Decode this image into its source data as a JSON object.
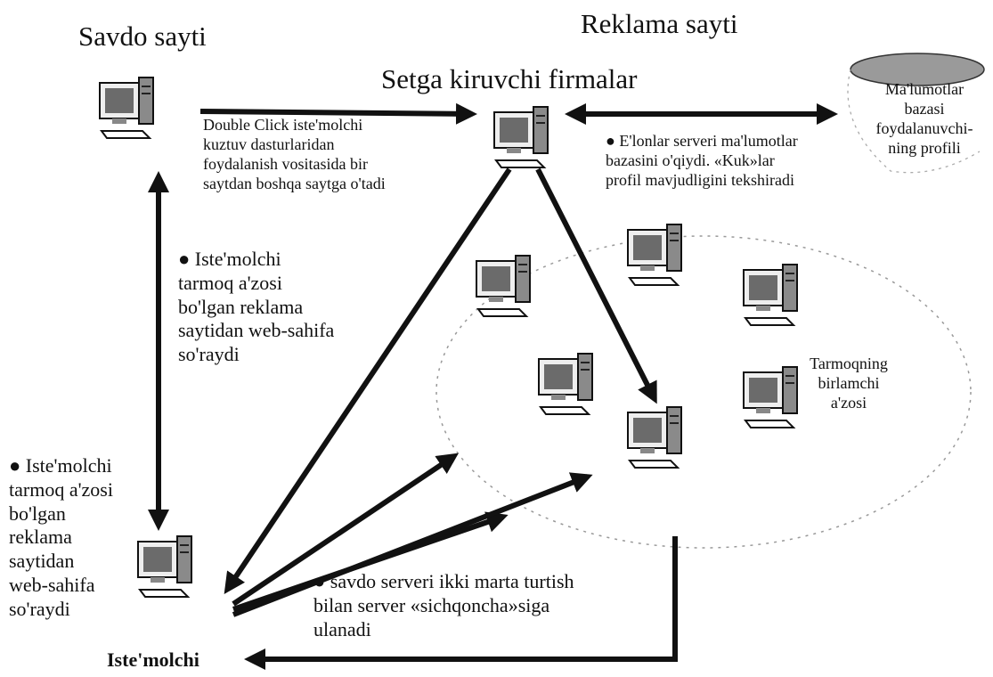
{
  "nodes": {
    "shop_site": "Savdo sayti",
    "ad_site": "Reklama sayti",
    "network_firms": "Setga kiruvchi firmalar",
    "database": "Ma'lumotlar\nbazasi\nfoydalanuvchi-\nning profili",
    "primary_member": "Tarmoqning\nbirlamchi\na'zosi",
    "consumer": "Iste'molchi"
  },
  "notes": {
    "double_click": "Double Click iste'molchi\nkuztuv dasturlaridan\nfoydalanish vositasida bir\nsaytdan boshqa saytga o'tadi",
    "ad_server": "● E'lonlar serveri ma'lumotlar\nbazasini o'qiydi. «Kuk»lar\nprofil mavjudligini tekshiradi",
    "request_upper": "● Iste'molchi\ntarmoq a'zosi\nbo'lgan reklama\nsaytidan web-sahifa\nso'raydi",
    "request_left": "● Iste'molchi\ntarmoq a'zosi\nbo'lgan\nreklama\nsaytidan\nweb-sahifa\nso'raydi",
    "shop_server": "● savdo serveri ikki marta turtish\nbilan server «sichqoncha»siga\nulanadi"
  },
  "colors": {
    "ink": "#111111",
    "screen": "#6b6b6b",
    "tower": "#8a8a8a",
    "db_fill": "#9a9a9a"
  }
}
